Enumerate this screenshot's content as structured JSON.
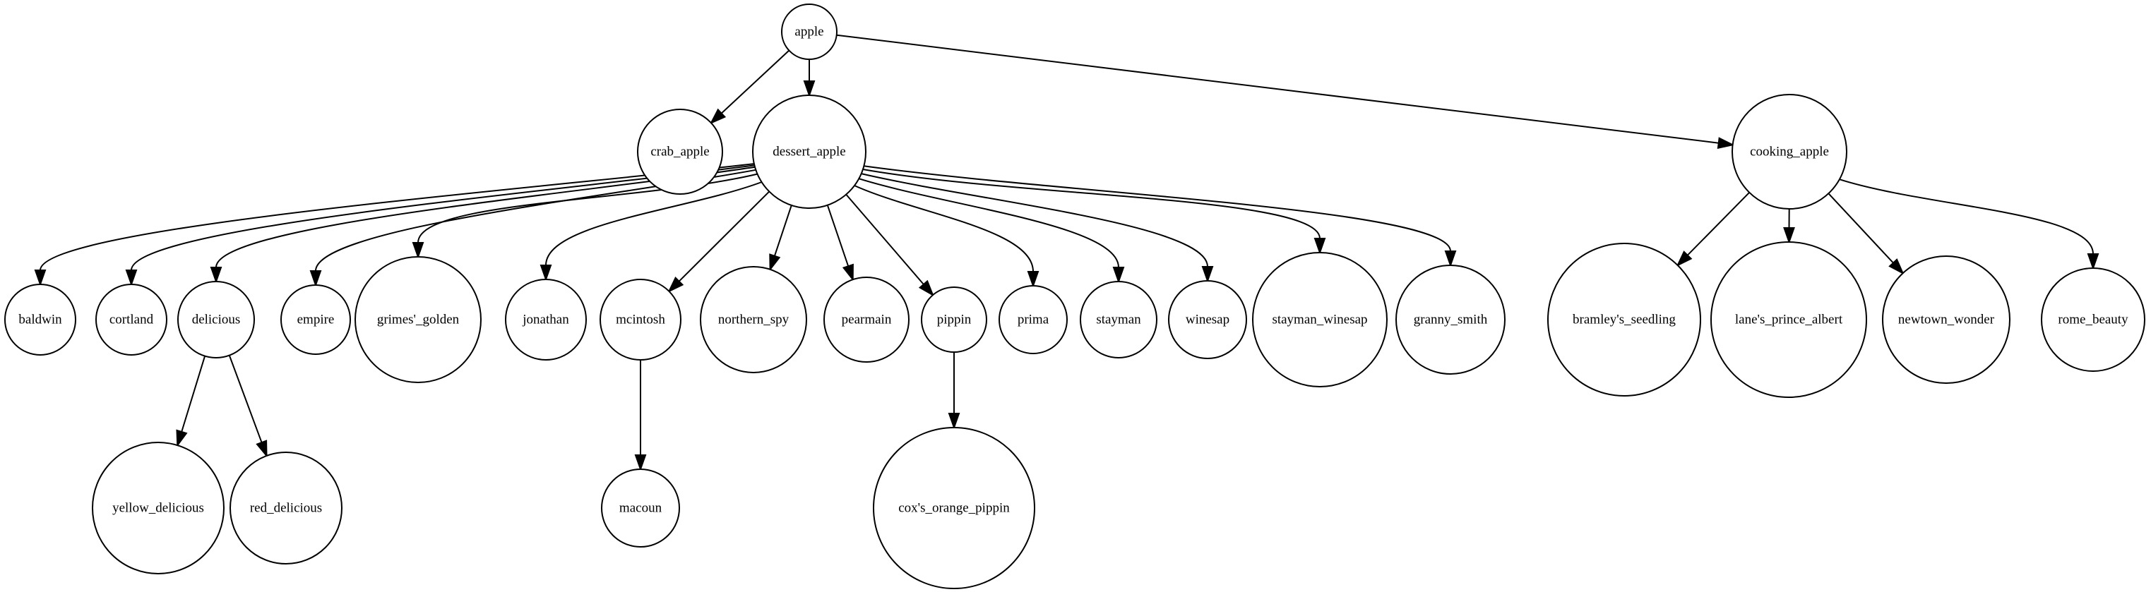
{
  "graph": {
    "nodes": [
      {
        "id": "apple",
        "label": "apple"
      },
      {
        "id": "crab_apple",
        "label": "crab_apple"
      },
      {
        "id": "dessert_apple",
        "label": "dessert_apple"
      },
      {
        "id": "cooking_apple",
        "label": "cooking_apple"
      },
      {
        "id": "baldwin",
        "label": "baldwin"
      },
      {
        "id": "cortland",
        "label": "cortland"
      },
      {
        "id": "delicious",
        "label": "delicious"
      },
      {
        "id": "empire",
        "label": "empire"
      },
      {
        "id": "grimes_golden",
        "label": "grimes'_golden"
      },
      {
        "id": "jonathan",
        "label": "jonathan"
      },
      {
        "id": "mcintosh",
        "label": "mcintosh"
      },
      {
        "id": "northern_spy",
        "label": "northern_spy"
      },
      {
        "id": "pearmain",
        "label": "pearmain"
      },
      {
        "id": "pippin",
        "label": "pippin"
      },
      {
        "id": "prima",
        "label": "prima"
      },
      {
        "id": "stayman",
        "label": "stayman"
      },
      {
        "id": "winesap",
        "label": "winesap"
      },
      {
        "id": "stayman_winesap",
        "label": "stayman_winesap"
      },
      {
        "id": "granny_smith",
        "label": "granny_smith"
      },
      {
        "id": "bramleys_seedling",
        "label": "bramley's_seedling"
      },
      {
        "id": "lanes_prince_albert",
        "label": "lane's_prince_albert"
      },
      {
        "id": "newtown_wonder",
        "label": "newtown_wonder"
      },
      {
        "id": "rome_beauty",
        "label": "rome_beauty"
      },
      {
        "id": "yellow_delicious",
        "label": "yellow_delicious"
      },
      {
        "id": "red_delicious",
        "label": "red_delicious"
      },
      {
        "id": "macoun",
        "label": "macoun"
      },
      {
        "id": "coxs_orange_pippin",
        "label": "cox's_orange_pippin"
      }
    ],
    "edges": [
      {
        "from": "apple",
        "to": "crab_apple"
      },
      {
        "from": "apple",
        "to": "dessert_apple"
      },
      {
        "from": "apple",
        "to": "cooking_apple"
      },
      {
        "from": "dessert_apple",
        "to": "baldwin"
      },
      {
        "from": "dessert_apple",
        "to": "cortland"
      },
      {
        "from": "dessert_apple",
        "to": "delicious"
      },
      {
        "from": "dessert_apple",
        "to": "empire"
      },
      {
        "from": "dessert_apple",
        "to": "grimes_golden"
      },
      {
        "from": "dessert_apple",
        "to": "jonathan"
      },
      {
        "from": "dessert_apple",
        "to": "mcintosh"
      },
      {
        "from": "dessert_apple",
        "to": "northern_spy"
      },
      {
        "from": "dessert_apple",
        "to": "pearmain"
      },
      {
        "from": "dessert_apple",
        "to": "pippin"
      },
      {
        "from": "dessert_apple",
        "to": "prima"
      },
      {
        "from": "dessert_apple",
        "to": "stayman"
      },
      {
        "from": "dessert_apple",
        "to": "winesap"
      },
      {
        "from": "dessert_apple",
        "to": "stayman_winesap"
      },
      {
        "from": "dessert_apple",
        "to": "granny_smith"
      },
      {
        "from": "cooking_apple",
        "to": "bramleys_seedling"
      },
      {
        "from": "cooking_apple",
        "to": "lanes_prince_albert"
      },
      {
        "from": "cooking_apple",
        "to": "newtown_wonder"
      },
      {
        "from": "cooking_apple",
        "to": "rome_beauty"
      },
      {
        "from": "delicious",
        "to": "yellow_delicious"
      },
      {
        "from": "delicious",
        "to": "red_delicious"
      },
      {
        "from": "mcintosh",
        "to": "macoun"
      },
      {
        "from": "pippin",
        "to": "coxs_orange_pippin"
      }
    ]
  }
}
